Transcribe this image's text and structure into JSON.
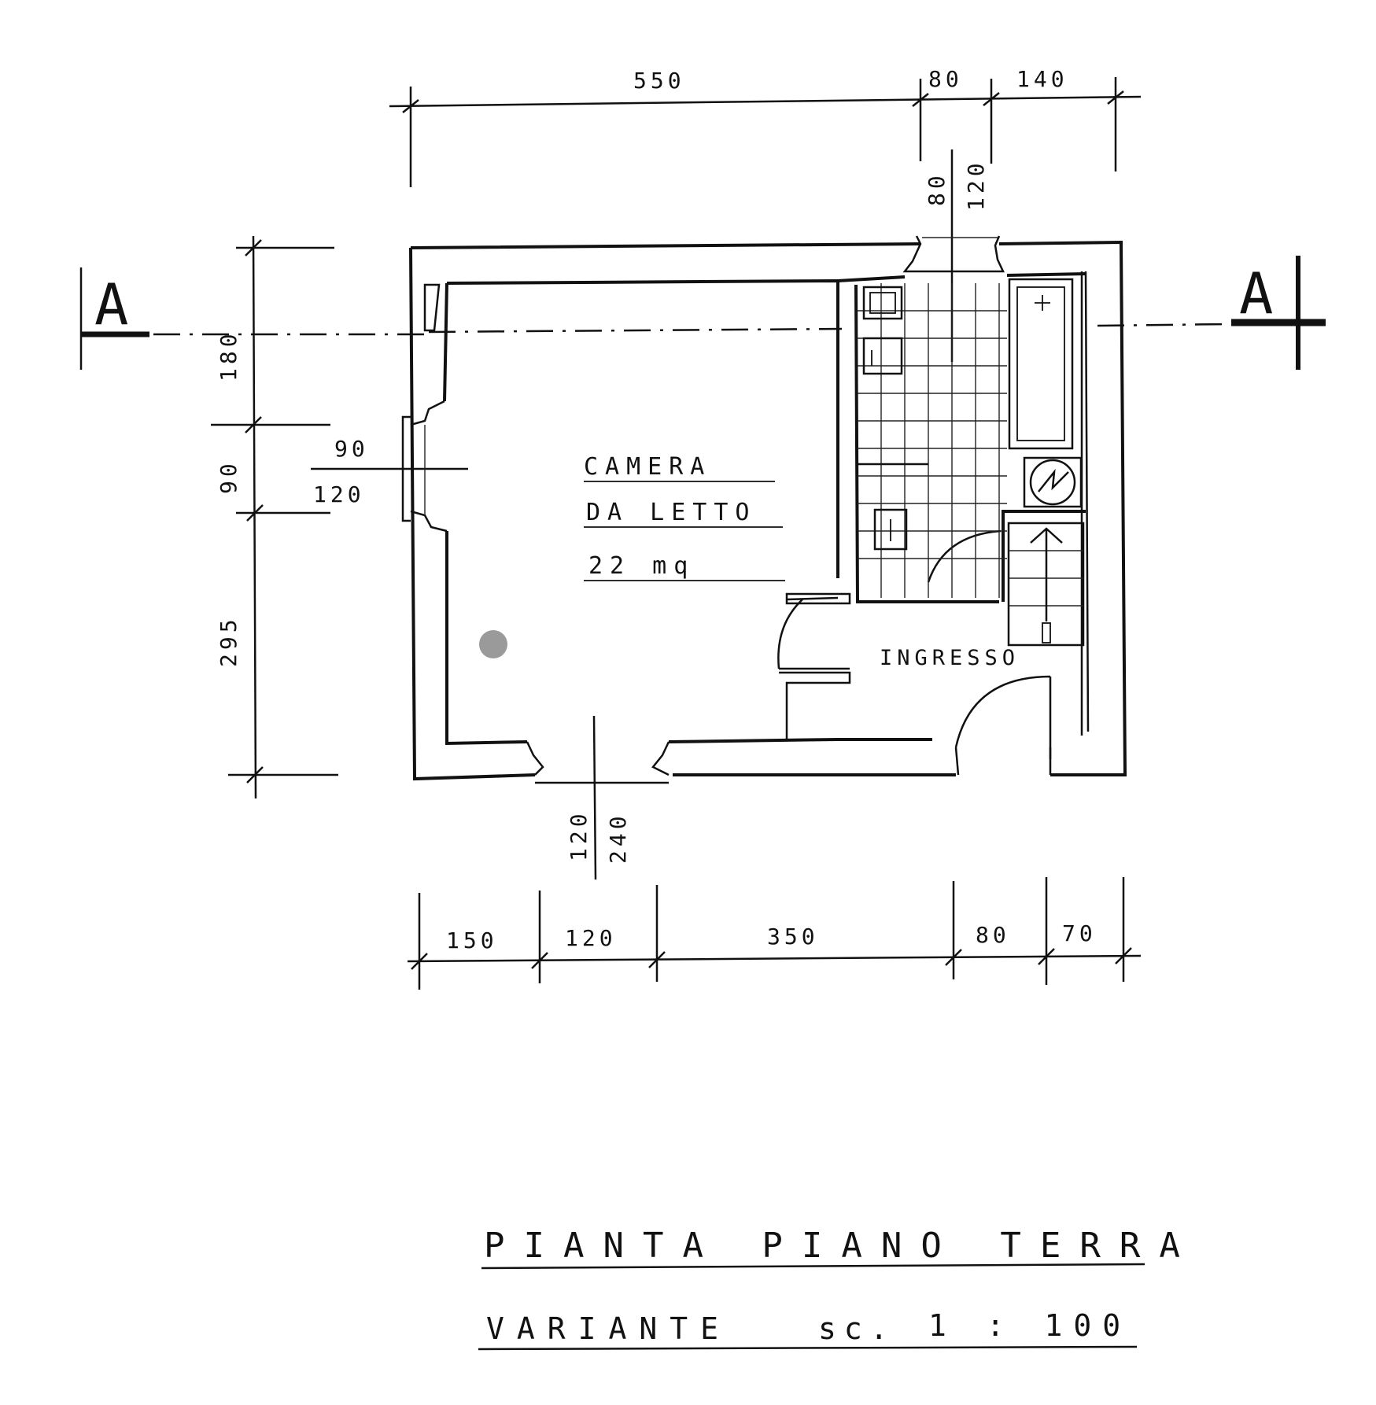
{
  "section_marks": {
    "left": "A",
    "right": "A"
  },
  "dimensions": {
    "top": [
      "550",
      "80",
      "140"
    ],
    "top_vertical": [
      "80",
      "120"
    ],
    "left_vertical": [
      "180",
      "90",
      "295"
    ],
    "left_window": [
      "90",
      "120"
    ],
    "bottom_window": [
      "120",
      "240"
    ],
    "bottom": [
      "150",
      "120",
      "350",
      "80",
      "70"
    ]
  },
  "rooms": {
    "bedroom_line1": "CAMERA",
    "bedroom_line2": "DA LETTO",
    "bedroom_area": "22 mq",
    "entrance": "INGRESSO"
  },
  "title_block": {
    "title": "PIANTA PIANO TERRA",
    "variant": "VARIANTE",
    "scale_label": "sc.",
    "scale": "1 : 100"
  }
}
